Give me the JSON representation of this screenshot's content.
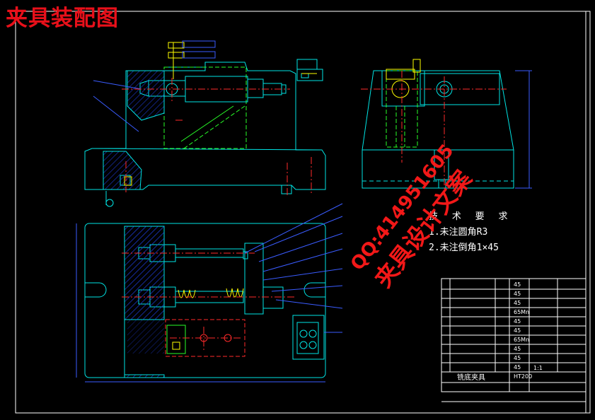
{
  "title": "夹具装配图",
  "technical_requirements": {
    "heading": "技 术 要 求",
    "items": [
      "1.未注圆角R3",
      "2.未注倒角1×45"
    ]
  },
  "watermark": {
    "line1": "QQ:414951605",
    "line2": "夹具设计文案"
  },
  "title_block": {
    "part_name": "铣底夹具",
    "scale": "1:1"
  },
  "parts_list_materials": [
    "45",
    "45",
    "45",
    "65Mn",
    "45",
    "45",
    "65Mn",
    "45",
    "45",
    "45",
    "HT200"
  ],
  "colors": {
    "background": "#000000",
    "frame": "#ffffff",
    "outline": "#00e5e5",
    "center": "#ff2a2a",
    "leader": "#3a5cff",
    "sub": "#ffff00",
    "part": "#28ff28"
  }
}
